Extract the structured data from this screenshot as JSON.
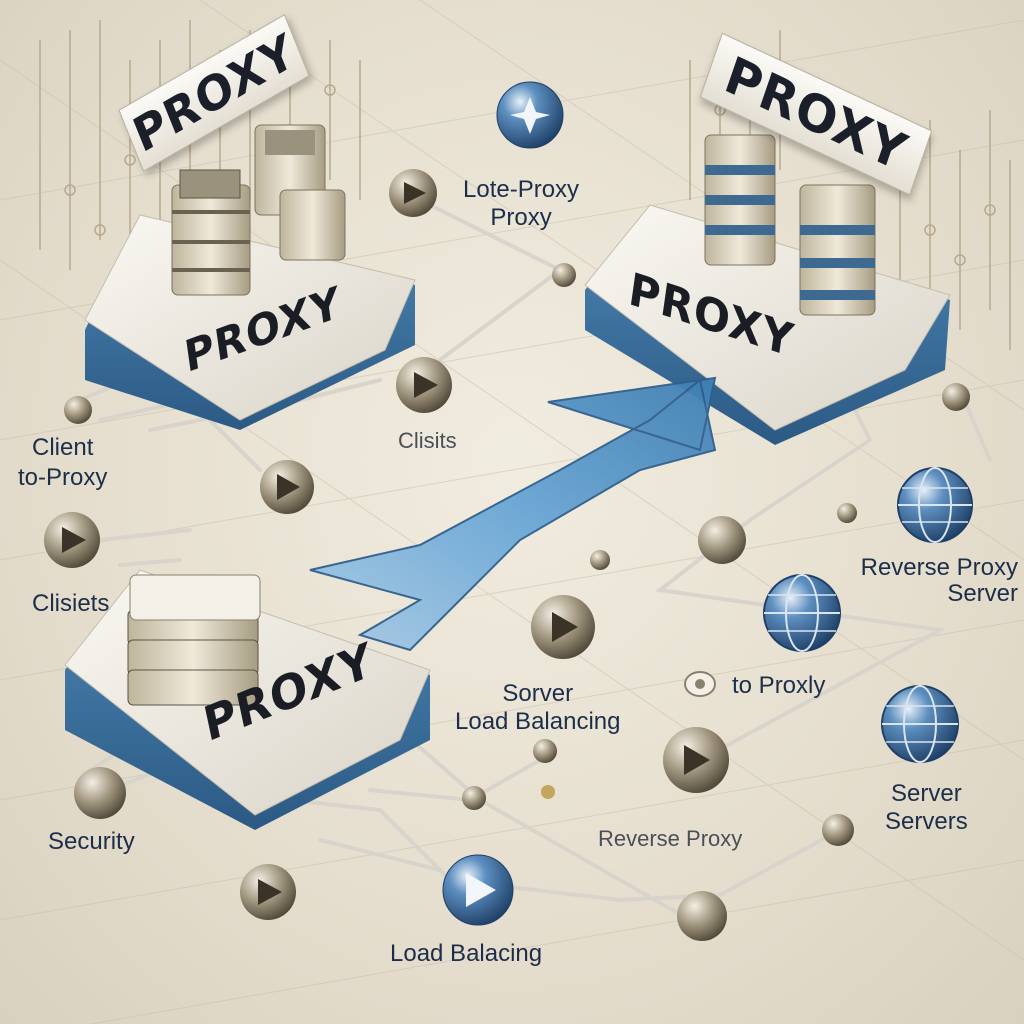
{
  "signs": {
    "top_left": "PROXY",
    "top_right": "PROXY"
  },
  "platforms": {
    "top_left": "PROXY",
    "top_right": "PROXY",
    "bottom_left": "PROXY"
  },
  "labels": {
    "forward_proxy": "Lote-Proxy\nProxy",
    "client_to_proxy": "Client\nto-Proxy",
    "clients_mid": "Clisits",
    "clients_left": "Clisiets",
    "reverse_proxy_server": "Reverse Proxy\nServer",
    "to_proxy": "to Proxly",
    "server_load_balancing": "Sorver\nLoad Balancing",
    "server_servers": "Server\nServers",
    "security": "Security",
    "reverse_proxy": "Reverse Proxy",
    "load_balancing": "Load Balacing"
  },
  "colors": {
    "accent_blue": "#3f7fb3",
    "arrow_blue": "#6aa7d6",
    "text_navy": "#1c2e4a",
    "background": "#ebe5d7"
  },
  "icons": [
    "play-button-icon",
    "globe-icon",
    "star-icon",
    "server-stack-icon",
    "arrow-icon"
  ]
}
